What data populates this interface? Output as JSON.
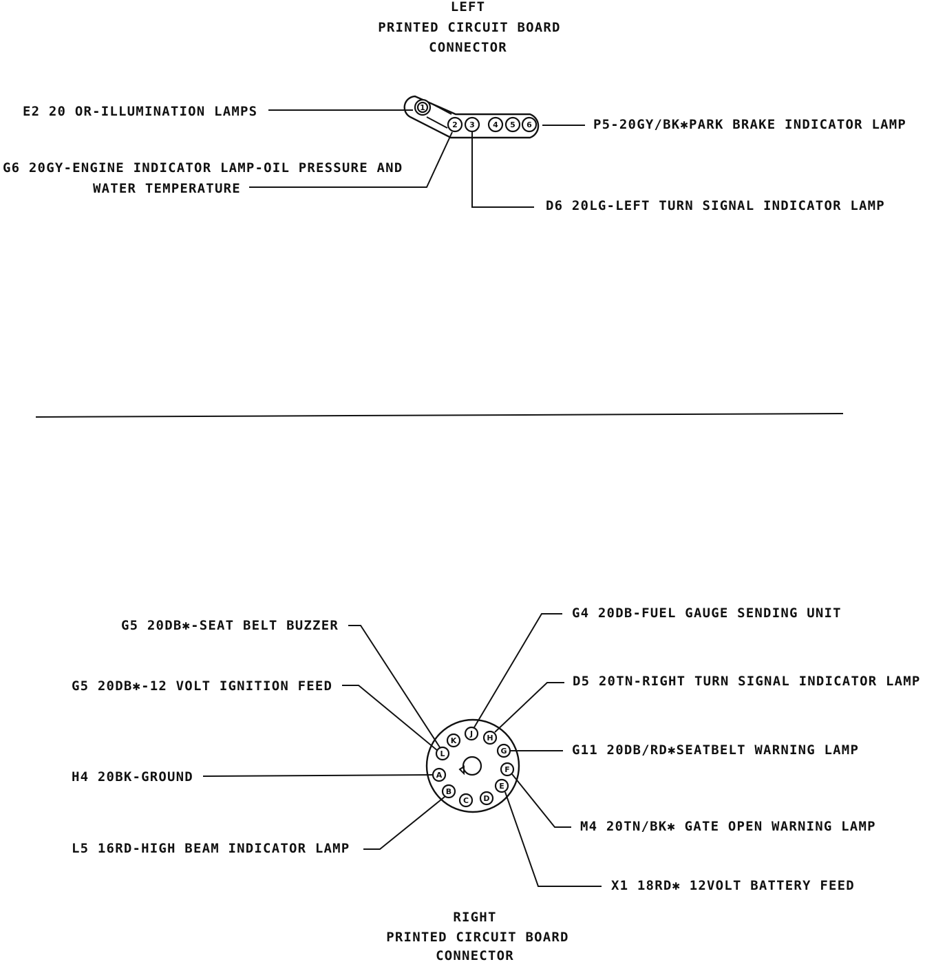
{
  "left_connector": {
    "title_lines": [
      "LEFT",
      "PRINTED CIRCUIT BOARD",
      "CONNECTOR"
    ],
    "pins": [
      "1",
      "2",
      "3",
      "4",
      "5",
      "6"
    ],
    "wires": {
      "pin1": "E2 20 OR-ILLUMINATION LAMPS",
      "pin2_line1": "G6 20GY-ENGINE INDICATOR LAMP-OIL PRESSURE AND",
      "pin2_line2": "WATER TEMPERATURE",
      "pin3": "D6 20LG-LEFT TURN SIGNAL INDICATOR LAMP",
      "pin6": "P5-20GY/BK✱PARK BRAKE INDICATOR LAMP"
    }
  },
  "right_connector": {
    "title_lines": [
      "RIGHT",
      "PRINTED CIRCUIT BOARD",
      "CONNECTOR"
    ],
    "pins": [
      "A",
      "B",
      "C",
      "D",
      "E",
      "F",
      "G",
      "H",
      "J",
      "K",
      "L"
    ],
    "wires": {
      "pin_L_top": "G5 20DB✱-SEAT BELT BUZZER",
      "pin_L": "G5 20DB✱-12 VOLT IGNITION FEED",
      "pin_A": "H4 20BK-GROUND",
      "pin_B": "L5 16RD-HIGH BEAM INDICATOR LAMP",
      "pin_J": "G4 20DB-FUEL GAUGE SENDING UNIT",
      "pin_H": "D5 20TN-RIGHT TURN SIGNAL INDICATOR LAMP",
      "pin_G": "G11 20DB/RD✱SEATBELT WARNING LAMP",
      "pin_F": "M4 20TN/BK✱ GATE OPEN WARNING LAMP",
      "pin_E": "X1 18RD✱ 12VOLT BATTERY FEED"
    }
  }
}
